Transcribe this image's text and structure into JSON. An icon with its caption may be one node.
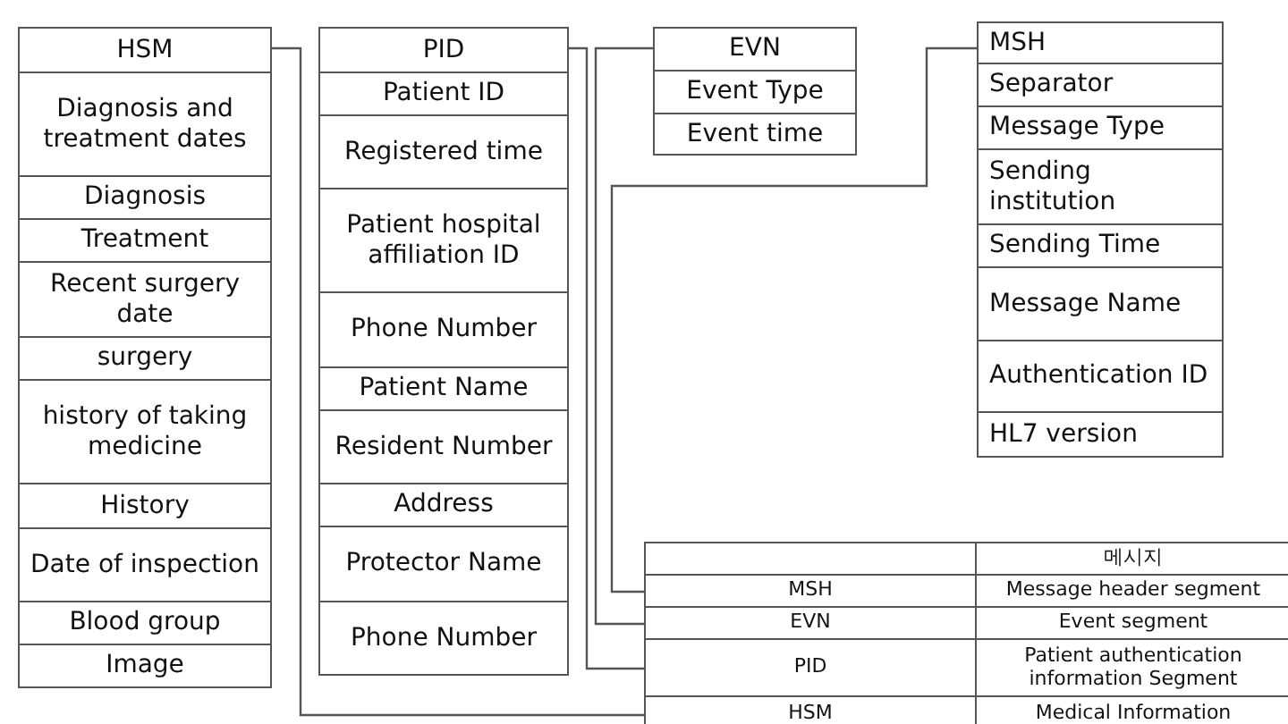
{
  "diagram": {
    "nodes": [
      {
        "text": [
          "HSM",
          "Diagnosis and treatment dates",
          "Diagnosis",
          "Treatment",
          "Recent surgery date",
          "surgery",
          "history of taking medicine",
          "History",
          "Date of inspection",
          "Blood group",
          "Image"
        ]
      },
      {
        "text": [
          "PID",
          "Patient ID",
          "Registered time",
          "Patient hospital affiliation ID",
          "Phone Number",
          "Patient Name",
          "Resident Number",
          "Address",
          "Protector Name",
          "Phone Number"
        ]
      },
      {
        "text": [
          "EVN",
          "Event Type",
          "Event time"
        ]
      },
      {
        "text": [
          "MSH",
          "Separator",
          "Message Type",
          "Sending institution",
          "Sending Time",
          "Message Name",
          "Authentication ID",
          "HL7 version"
        ]
      },
      {
        "text": [
          "메시지"
        ]
      },
      {
        "text": [
          "MSH",
          "Message header segment"
        ]
      },
      {
        "text": [
          "EVN",
          "Event segment"
        ]
      },
      {
        "text": [
          "PID",
          "Patient authentication information Segment"
        ]
      },
      {
        "text": [
          "HSM",
          "Medical Information"
        ]
      }
    ],
    "edges": [
      {
        "from": 3,
        "to": 5,
        "arrow": "none"
      },
      {
        "from": 2,
        "to": 6,
        "arrow": "none"
      },
      {
        "from": 1,
        "to": 7,
        "arrow": "none"
      },
      {
        "from": 0,
        "to": 8,
        "arrow": "none"
      }
    ]
  }
}
